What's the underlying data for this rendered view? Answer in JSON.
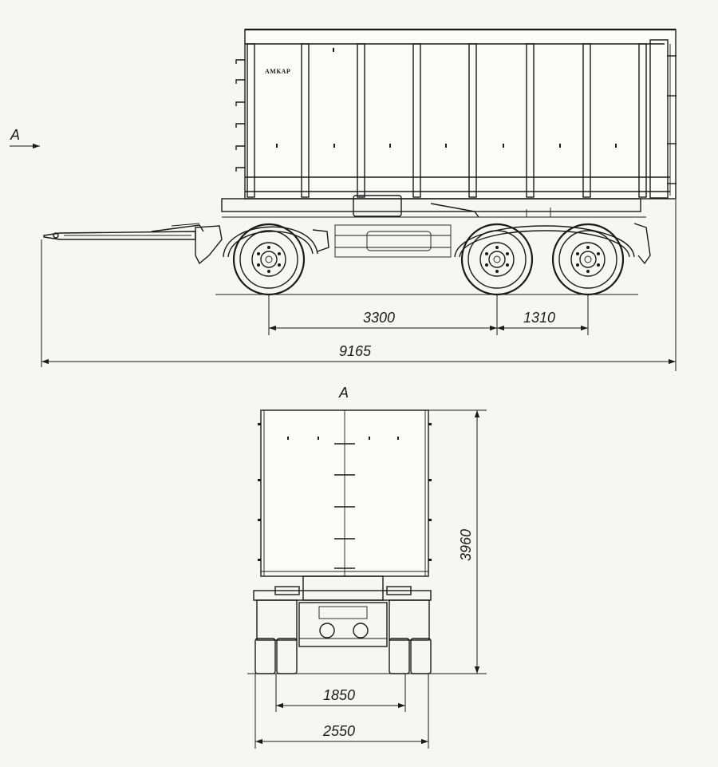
{
  "brand": "АМКАР",
  "view_arrow_label": "A",
  "view_title": "A",
  "side_view": {
    "dimensions": {
      "front_to_rear_axle_spacing": "3300",
      "rear_axle_spacing": "1310",
      "overall_length": "9165"
    }
  },
  "rear_view": {
    "dimensions": {
      "overall_height": "3960",
      "track_width": "1850",
      "overall_width": "2550"
    }
  },
  "colors": {
    "line": "#1a1a1a",
    "paper": "#f6f6f4"
  }
}
